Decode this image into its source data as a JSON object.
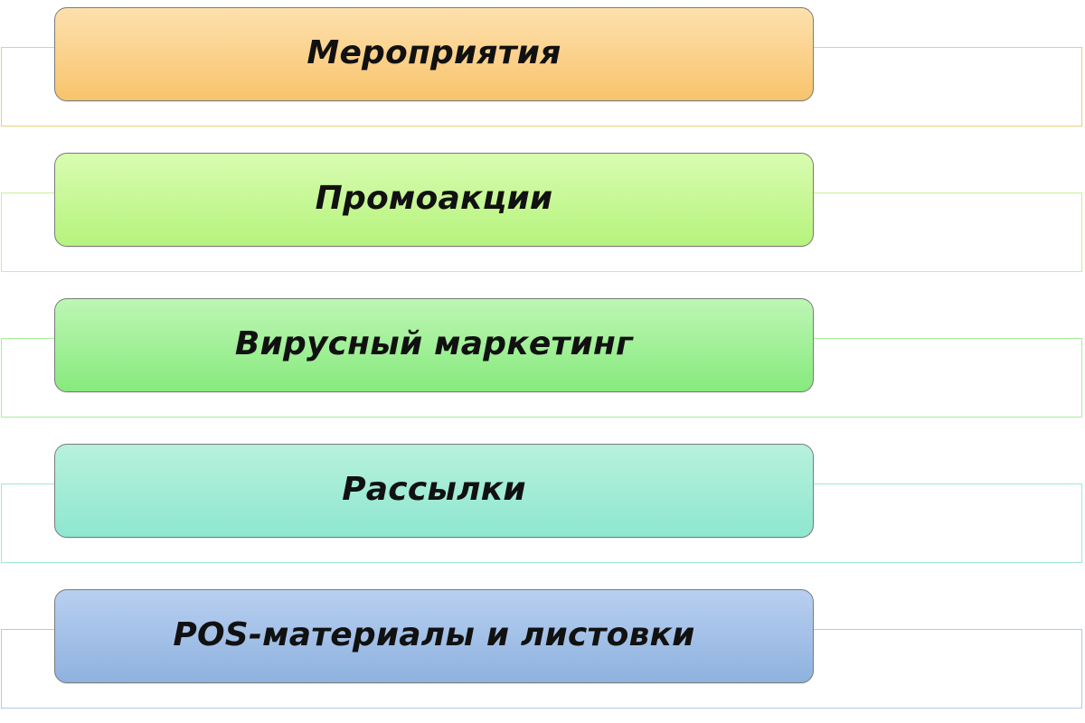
{
  "diagram": {
    "items": [
      {
        "label": "Мероприятия",
        "fill_top": "#fde0ad",
        "fill_bottom": "#f8c46c",
        "outline": "#e8d17a"
      },
      {
        "label": "Промоакции",
        "fill_top": "#d8fcb0",
        "fill_bottom": "#b6f37d",
        "outline": "#c8ef98"
      },
      {
        "label": "Вирусный маркетинг",
        "fill_top": "#bdf6b4",
        "fill_bottom": "#87ea7d",
        "outline": "#a5ef99"
      },
      {
        "label": "Рассылки",
        "fill_top": "#b7f1dc",
        "fill_bottom": "#8ee7cf",
        "outline": "#9ee9d6"
      },
      {
        "label": "POS-материалы и листовки",
        "fill_top": "#b8cff0",
        "fill_bottom": "#8eb2df",
        "outline": "#b1cbe9"
      }
    ]
  }
}
